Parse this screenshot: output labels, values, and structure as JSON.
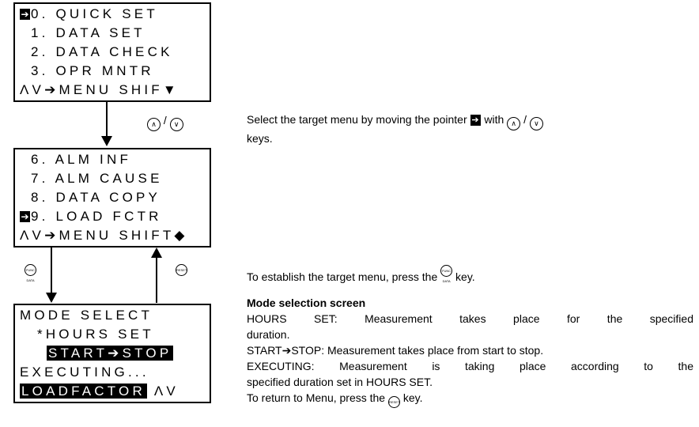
{
  "screen1": {
    "pointer": "➔",
    "lines": [
      "0. QUICK SET",
      "1. DATA SET",
      "2. DATA CHECK",
      "3. OPR MNTR",
      "ΛV➔MENU SHIF▼"
    ]
  },
  "screen2": {
    "pointer": "➔",
    "lines": [
      "6. ALM INF",
      "7. ALM CAUSE",
      "8. DATA COPY",
      "9. LOAD FCTR",
      "ΛV➔MENU SHIFT◆"
    ]
  },
  "screen3": {
    "lines": [
      "MODE SELECT",
      "*HOURS SET",
      "START➔STOP",
      "EXECUTING...",
      "LOADFACTOR",
      "ΛV"
    ]
  },
  "keys": {
    "up": "∧",
    "slash": "/",
    "down": "∨",
    "func_data": "FUNC DATA",
    "reset": "RESET"
  },
  "instructions": {
    "select_1": "Select the target menu by moving the pointer",
    "select_2": "with",
    "select_3": "/",
    "select_4": "keys.",
    "establish_1": "To establish the target menu, press the",
    "establish_2": "key.",
    "mode_title": "Mode selection screen",
    "hours_set": "HOURS SET: Measurement takes place for the specified",
    "hours_set_2": "duration.",
    "start_stop_a": "START",
    "start_stop_b": "STOP: Measurement takes place from start to stop.",
    "executing": "EXECUTING: Measurement is taking place according to the",
    "executing_2": "specified duration set in HOURS SET.",
    "return_1": "To return to Menu, press the",
    "return_2": "key."
  }
}
